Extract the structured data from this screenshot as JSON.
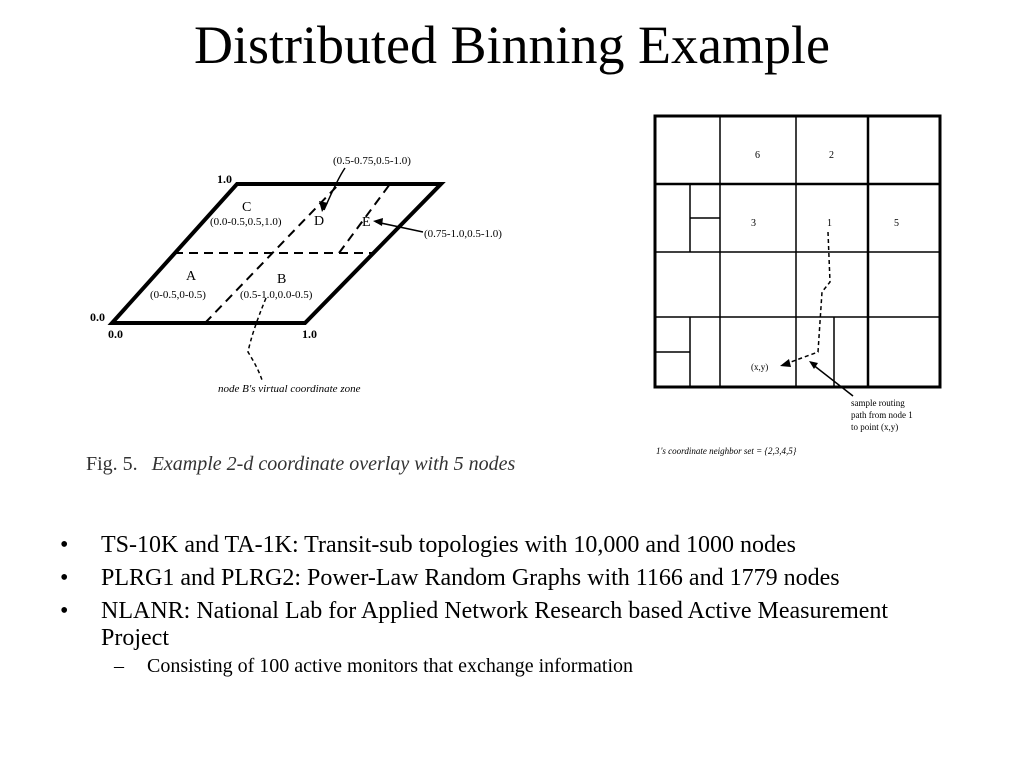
{
  "slide": {
    "title": "Distributed Binning Example"
  },
  "diagram_left": {
    "corner_labels": {
      "top_left": "1.0",
      "bottom_left_y": "0.0",
      "bottom_left_x": "0.0",
      "bottom_right": "1.0"
    },
    "zones": [
      {
        "letter": "C",
        "range": "(0.0-0.5,0.5,1.0)"
      },
      {
        "letter": "D",
        "range": "(0.5-0.75,0.5-1.0)"
      },
      {
        "letter": "E",
        "range": "(0.75-1.0,0.5-1.0)"
      },
      {
        "letter": "A",
        "range": "(0-0.5,0-0.5)"
      },
      {
        "letter": "B",
        "range": "(0.5-1.0,0.0-0.5)"
      }
    ],
    "zone_annotation": "node B's virtual coordinate zone"
  },
  "caption": {
    "fig": "Fig. 5.",
    "text": "Example 2-d coordinate overlay with 5 nodes"
  },
  "diagram_right": {
    "cell_labels": [
      "6",
      "2",
      "3",
      "1",
      "5"
    ],
    "point_label": "(x,y)",
    "routing_note": [
      "sample routing",
      "path from node 1",
      "to point (x,y)"
    ],
    "neighbor_set": "1's coordinate neighbor set = {2,3,4,5}"
  },
  "bullets": [
    "TS-10K and TA-1K: Transit-sub topologies with 10,000 and 1000 nodes",
    "PLRG1 and PLRG2: Power-Law Random Graphs with 1166 and 1779 nodes",
    "NLANR: National Lab for Applied Network Research based Active Measurement Project"
  ],
  "sub_bullets": [
    "Consisting of 100 active monitors that exchange information"
  ],
  "markers": {
    "bullet": "•",
    "dash": "–"
  }
}
